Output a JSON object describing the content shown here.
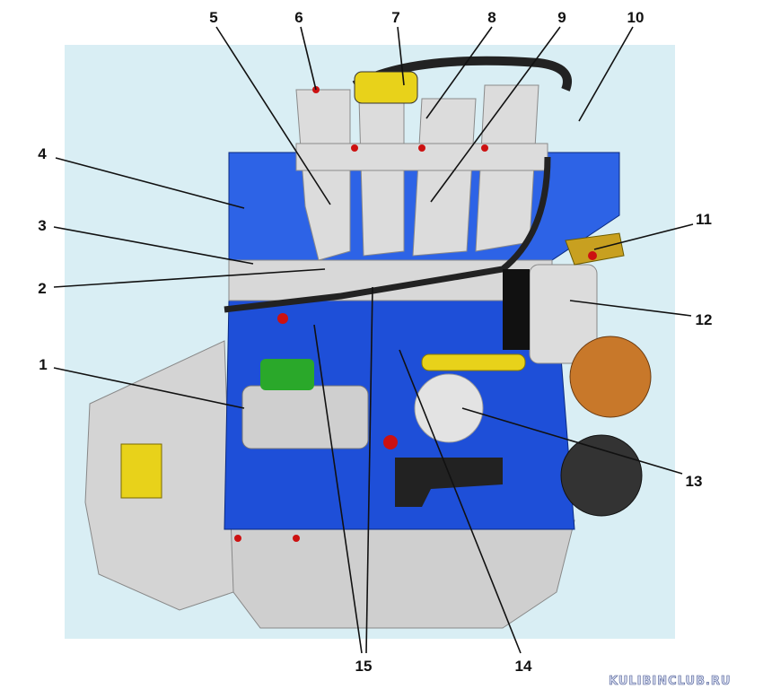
{
  "diagram": {
    "labels": [
      "1",
      "2",
      "3",
      "4",
      "5",
      "6",
      "7",
      "8",
      "9",
      "10",
      "11",
      "12",
      "13",
      "14",
      "15"
    ],
    "watermark": "KULIBINCLUB.RU",
    "colors": {
      "block": "#1e4fd8",
      "manifold": "#d9d9d9",
      "background": "#d9eef4",
      "hose": "#222222",
      "accent_yellow": "#e8d21a",
      "accent_red": "#cc1111",
      "accent_green": "#2aa82a",
      "pulley": "#c8782a"
    }
  }
}
